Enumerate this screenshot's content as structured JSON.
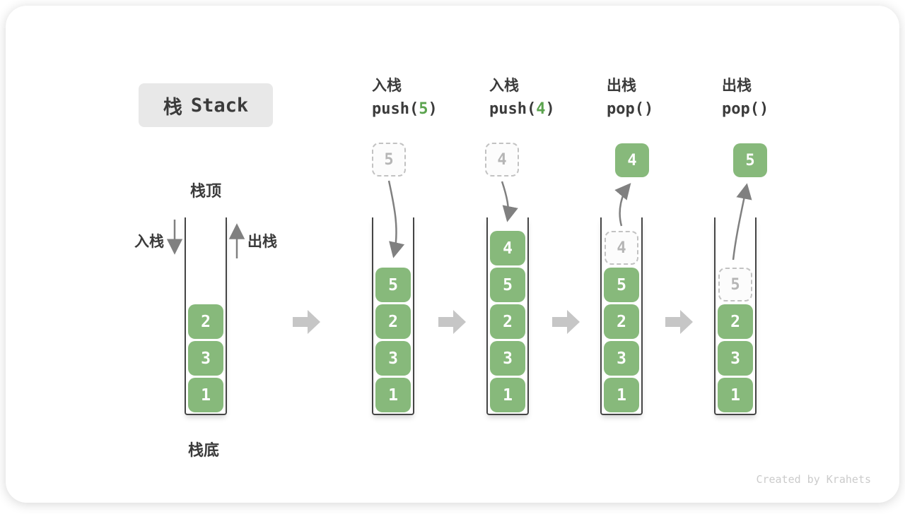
{
  "title": {
    "zh": "栈",
    "en": "Stack"
  },
  "legend": {
    "top": "栈顶",
    "bottom": "栈底",
    "push": "入栈",
    "pop": "出栈"
  },
  "initial_stack": [
    "2",
    "3",
    "1"
  ],
  "stages": [
    {
      "label_zh": "入栈",
      "code_fn": "push(",
      "code_arg": "5",
      "code_close": ")",
      "float_value": "5",
      "float_style": "dashed",
      "stack": [
        "5",
        "2",
        "3",
        "1"
      ]
    },
    {
      "label_zh": "入栈",
      "code_fn": "push(",
      "code_arg": "4",
      "code_close": ")",
      "float_value": "4",
      "float_style": "dashed",
      "stack": [
        "4",
        "5",
        "2",
        "3",
        "1"
      ]
    },
    {
      "label_zh": "出栈",
      "code_fn": "pop(",
      "code_arg": "",
      "code_close": ")",
      "float_value": "4",
      "float_style": "solid",
      "ghost_value": "4",
      "stack": [
        "5",
        "2",
        "3",
        "1"
      ]
    },
    {
      "label_zh": "出栈",
      "code_fn": "pop(",
      "code_arg": "",
      "code_close": ")",
      "float_value": "5",
      "float_style": "solid",
      "ghost_value": "5",
      "stack": [
        "2",
        "3",
        "1"
      ]
    }
  ],
  "watermark": "Created by Krahets",
  "colors": {
    "block_green": "#87b97b",
    "arg_green": "#5ba34e",
    "text_dark": "#3b3b3b",
    "arrow_grey": "#808080",
    "stage_arrow_grey": "#c6c6c6",
    "dashed_border": "#c2c2c2",
    "ghost_text": "#b5b5b5",
    "title_bg": "#e8e8e8",
    "wall": "#454545",
    "watermark_grey": "#cbcbcb"
  }
}
